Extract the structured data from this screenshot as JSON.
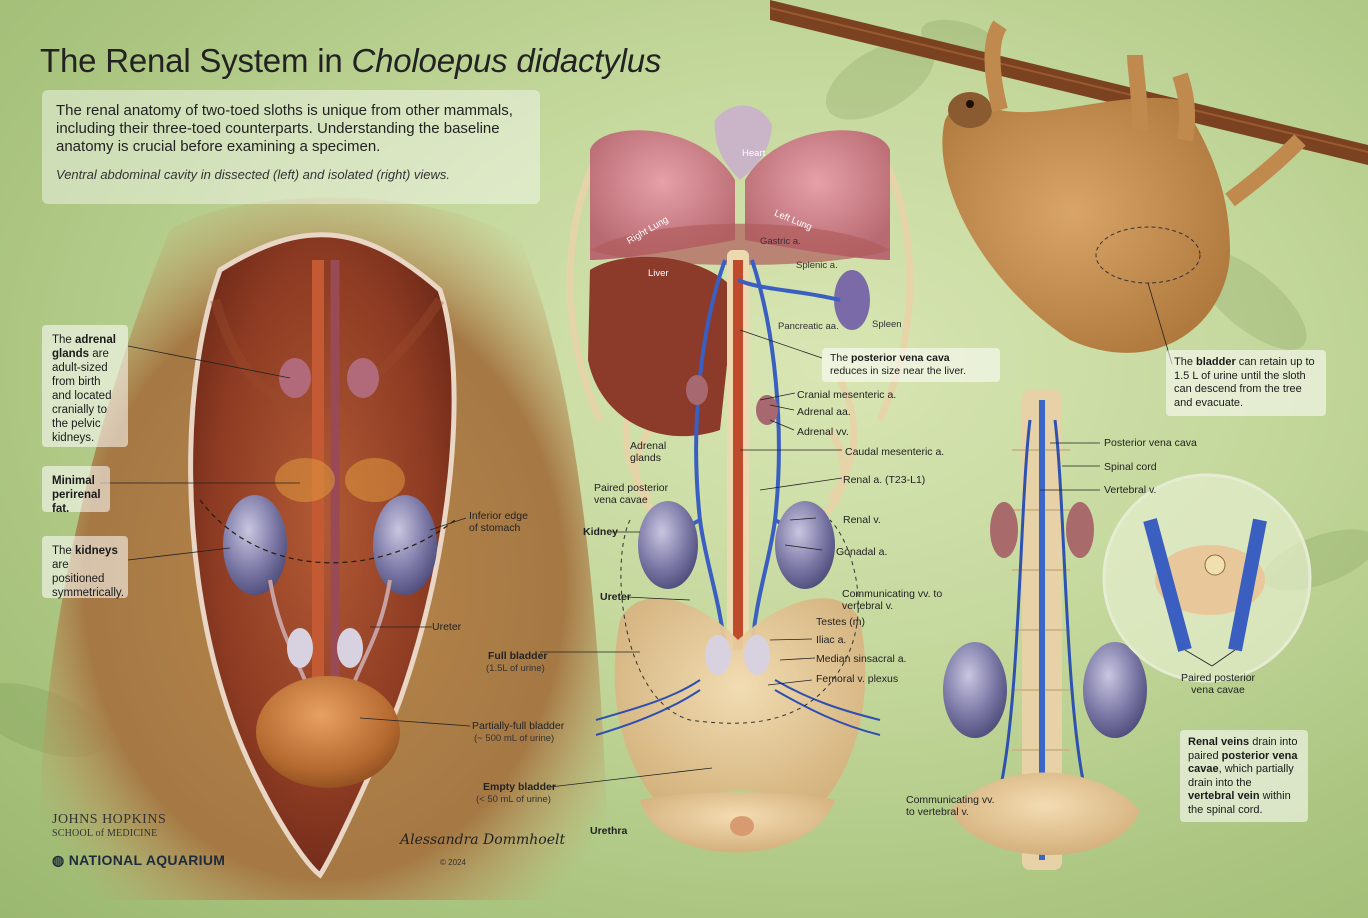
{
  "title": {
    "main": "The Renal System in ",
    "italic": "Choloepus didactylus"
  },
  "intro": {
    "paragraph": "The renal anatomy of two-toed sloths is unique from other mammals, including their three-toed counterparts. Understanding the baseline anatomy is crucial before examining a specimen.",
    "subtitle": "Ventral abdominal cavity in dissected (left) and isolated (right) views."
  },
  "left_notes": {
    "adrenal": {
      "pre": "The ",
      "bold": "adrenal glands",
      "post": " are adult-sized from birth and located cranially to the pelvic kidneys."
    },
    "perirenal": {
      "bold": "Minimal perirenal fat."
    },
    "kidneys": {
      "pre": "The ",
      "bold": "kidneys",
      "post": " are positioned symmetrically."
    }
  },
  "left_labels": {
    "stomach": "Inferior edge of stomach",
    "ureter": "Ureter",
    "partial_bladder": "Partially-full bladder",
    "partial_bladder_note": "(~ 500 mL of urine)"
  },
  "center_labels": {
    "heart": "Heart",
    "right_lung": "Right Lung",
    "left_lung": "Left Lung",
    "liver": "Liver",
    "gastric": "Gastric a.",
    "splenic": "Splenic a.",
    "pancreatic": "Pancreatic aa.",
    "spleen": "Spleen",
    "pvc_pre": "The ",
    "pvc_bold": "posterior vena cava",
    "pvc_post": "reduces in size near the liver.",
    "cranial_mes": "Cranial mesenteric a.",
    "adrenal_aa": "Adrenal aa.",
    "adrenal_vv": "Adrenal vv.",
    "adrenal_glands": "Adrenal glands",
    "caudal_mes": "Caudal mesenteric a.",
    "paired_pvc": "Paired posterior vena cavae",
    "renal_a": "Renal a. (T23-L1)",
    "kidney": "Kidney",
    "renal_v": "Renal v.",
    "gonadal": "Gonadal a.",
    "ureter": "Ureter",
    "communicating": "Communicating vv. to vertebral v.",
    "testes": "Testes (m)",
    "iliac": "Iliac a.",
    "full_bladder": "Full bladder",
    "full_bladder_note": "(1.5L of urine)",
    "median_sacral": "Median sinsacral a.",
    "femoral": "Femoral v. plexus",
    "empty_bladder": "Empty bladder",
    "empty_bladder_note": "(< 50 mL of urine)",
    "urethra": "Urethra"
  },
  "right_labels": {
    "bladder_pre": "The ",
    "bladder_bold": "bladder",
    "bladder_post": " can retain up to 1.5 L of urine until the sloth can descend from the tree and evacuate.",
    "pvc": "Posterior vena cava",
    "spinal": "Spinal cord",
    "vertebral": "Vertebral v.",
    "paired_pvc": "Paired posterior vena cavae",
    "communicating": "Communicating vv. to vertebral v.",
    "renal_note_b1": "Renal veins",
    "renal_note_t1": " drain into paired ",
    "renal_note_b2": "posterior vena cavae",
    "renal_note_t2": ", which partially drain into the ",
    "renal_note_b3": "vertebral vein",
    "renal_note_t3": " within the spinal cord."
  },
  "credits": {
    "jhu": "JOHNS HOPKINS",
    "jhu_sub": "SCHOOL of MEDICINE",
    "aquarium": "NATIONAL AQUARIUM",
    "signature": "Alessandra Dommhoelt",
    "copyright": "© 2024"
  }
}
